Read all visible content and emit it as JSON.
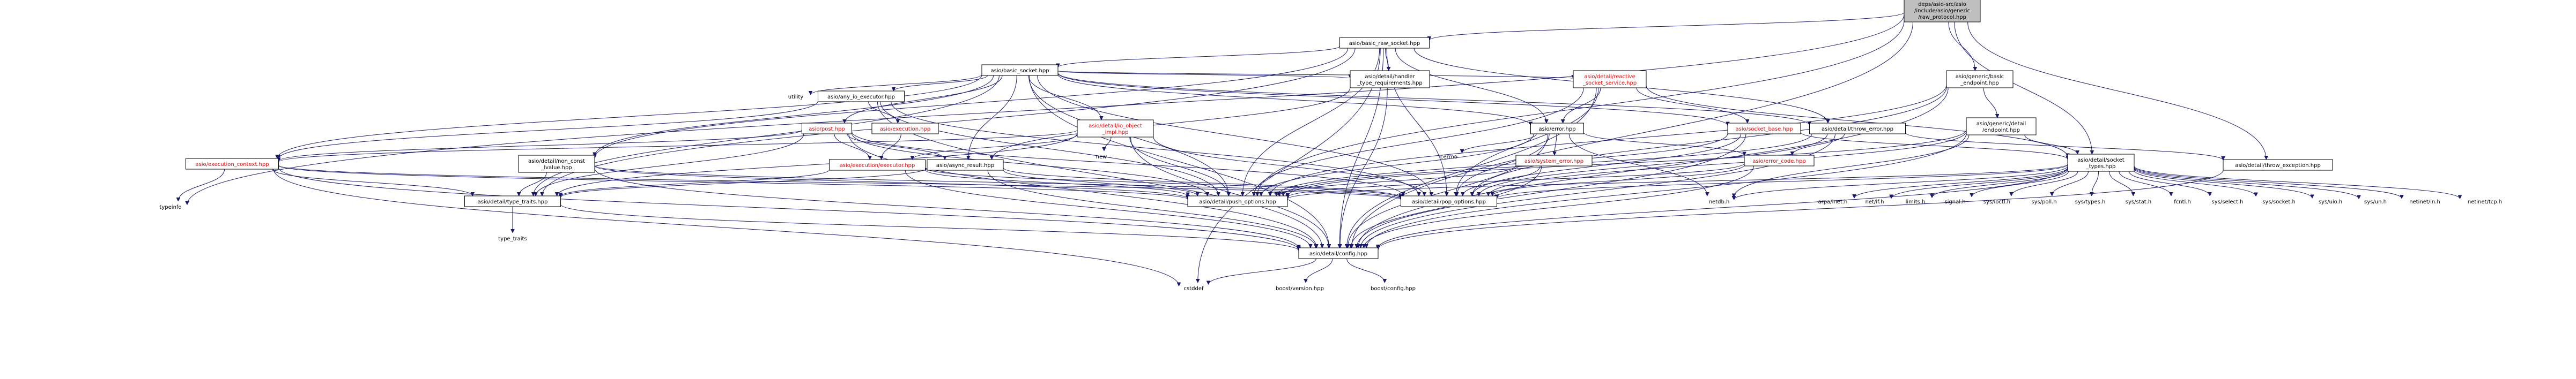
{
  "colors": {
    "edge": "#191970",
    "root_fill": "#bfbfbf",
    "node_fill": "#ffffff",
    "red_label": "#ff0000",
    "black_label": "#000000"
  },
  "nodes": [
    {
      "id": "root",
      "lines": [
        "deps/asio-src/asio",
        "/include/asio/generic",
        "/raw_protocol.hpp"
      ],
      "style": "root"
    },
    {
      "id": "basic_raw_socket",
      "lines": [
        "asio/basic_raw_socket.hpp"
      ],
      "style": "box"
    },
    {
      "id": "basic_socket",
      "lines": [
        "asio/basic_socket.hpp"
      ],
      "style": "box"
    },
    {
      "id": "generic_basic_endpoint",
      "lines": [
        "asio/generic/basic",
        "_endpoint.hpp"
      ],
      "style": "box"
    },
    {
      "id": "reactive_socket_service",
      "lines": [
        "asio/detail/reactive",
        "_socket_service.hpp"
      ],
      "style": "red-box"
    },
    {
      "id": "handler_type_requirements",
      "lines": [
        "asio/detail/handler",
        "_type_requirements.hpp"
      ],
      "style": "box"
    },
    {
      "id": "any_io_executor",
      "lines": [
        "asio/any_io_executor.hpp"
      ],
      "style": "box"
    },
    {
      "id": "utility",
      "lines": [
        "utility"
      ],
      "style": "plain"
    },
    {
      "id": "generic_detail_endpoint",
      "lines": [
        "asio/generic/detail",
        "/endpoint.hpp"
      ],
      "style": "box"
    },
    {
      "id": "io_object_impl",
      "lines": [
        "asio/detail/io_object",
        "_impl.hpp"
      ],
      "style": "red-box"
    },
    {
      "id": "post",
      "lines": [
        "asio/post.hpp"
      ],
      "style": "red-box"
    },
    {
      "id": "execution",
      "lines": [
        "asio/execution.hpp"
      ],
      "style": "red-box"
    },
    {
      "id": "error",
      "lines": [
        "asio/error.hpp"
      ],
      "style": "box"
    },
    {
      "id": "throw_error",
      "lines": [
        "asio/detail/throw_error.hpp"
      ],
      "style": "box"
    },
    {
      "id": "socket_base",
      "lines": [
        "asio/socket_base.hpp"
      ],
      "style": "red-box"
    },
    {
      "id": "cerrno",
      "lines": [
        "cerrno"
      ],
      "style": "plain"
    },
    {
      "id": "new",
      "lines": [
        "new"
      ],
      "style": "plain"
    },
    {
      "id": "execution_context",
      "lines": [
        "asio/execution_context.hpp"
      ],
      "style": "red-box"
    },
    {
      "id": "non_const_lvalue",
      "lines": [
        "asio/detail/non_const",
        "_lvalue.hpp"
      ],
      "style": "box"
    },
    {
      "id": "executor",
      "lines": [
        "asio/execution/executor.hpp"
      ],
      "style": "red-box"
    },
    {
      "id": "async_result",
      "lines": [
        "asio/async_result.hpp"
      ],
      "style": "box"
    },
    {
      "id": "system_error",
      "lines": [
        "asio/system_error.hpp"
      ],
      "style": "red-box"
    },
    {
      "id": "error_code",
      "lines": [
        "asio/error_code.hpp"
      ],
      "style": "red-box"
    },
    {
      "id": "socket_types",
      "lines": [
        "asio/detail/socket",
        "_types.hpp"
      ],
      "style": "box"
    },
    {
      "id": "throw_exception",
      "lines": [
        "asio/detail/throw_exception.hpp"
      ],
      "style": "box"
    },
    {
      "id": "typeinfo",
      "lines": [
        "typeinfo"
      ],
      "style": "plain"
    },
    {
      "id": "type_traits_hpp",
      "lines": [
        "asio/detail/type_traits.hpp"
      ],
      "style": "box"
    },
    {
      "id": "push_options",
      "lines": [
        "asio/detail/push_options.hpp"
      ],
      "style": "box"
    },
    {
      "id": "pop_options",
      "lines": [
        "asio/detail/pop_options.hpp"
      ],
      "style": "box"
    },
    {
      "id": "netdb",
      "lines": [
        "netdb.h"
      ],
      "style": "plain"
    },
    {
      "id": "arpa_inet",
      "lines": [
        "arpa/inet.h"
      ],
      "style": "plain"
    },
    {
      "id": "net_if",
      "lines": [
        "net/if.h"
      ],
      "style": "plain"
    },
    {
      "id": "limits",
      "lines": [
        "limits.h"
      ],
      "style": "plain"
    },
    {
      "id": "signal",
      "lines": [
        "signal.h"
      ],
      "style": "plain"
    },
    {
      "id": "sys_ioctl",
      "lines": [
        "sys/ioctl.h"
      ],
      "style": "plain"
    },
    {
      "id": "sys_poll",
      "lines": [
        "sys/poll.h"
      ],
      "style": "plain"
    },
    {
      "id": "sys_types",
      "lines": [
        "sys/types.h"
      ],
      "style": "plain"
    },
    {
      "id": "sys_stat",
      "lines": [
        "sys/stat.h"
      ],
      "style": "plain"
    },
    {
      "id": "fcntl",
      "lines": [
        "fcntl.h"
      ],
      "style": "plain"
    },
    {
      "id": "sys_select",
      "lines": [
        "sys/select.h"
      ],
      "style": "plain"
    },
    {
      "id": "sys_socket",
      "lines": [
        "sys/socket.h"
      ],
      "style": "plain"
    },
    {
      "id": "sys_uio",
      "lines": [
        "sys/uio.h"
      ],
      "style": "plain"
    },
    {
      "id": "sys_un",
      "lines": [
        "sys/un.h"
      ],
      "style": "plain"
    },
    {
      "id": "netinet_in",
      "lines": [
        "netinet/in.h"
      ],
      "style": "plain"
    },
    {
      "id": "netinet_tcp",
      "lines": [
        "netinet/tcp.h"
      ],
      "style": "plain"
    },
    {
      "id": "type_traits_std",
      "lines": [
        "type_traits"
      ],
      "style": "plain"
    },
    {
      "id": "config",
      "lines": [
        "asio/detail/config.hpp"
      ],
      "style": "box"
    },
    {
      "id": "cstddef",
      "lines": [
        "cstddef"
      ],
      "style": "plain"
    },
    {
      "id": "boost_version",
      "lines": [
        "boost/version.hpp"
      ],
      "style": "plain"
    },
    {
      "id": "boost_config",
      "lines": [
        "boost/config.hpp"
      ],
      "style": "plain"
    }
  ],
  "edges": [
    [
      "root",
      "basic_raw_socket"
    ],
    [
      "root",
      "generic_basic_endpoint"
    ],
    [
      "root",
      "socket_types"
    ],
    [
      "root",
      "throw_exception"
    ],
    [
      "root",
      "typeinfo"
    ],
    [
      "root",
      "config"
    ],
    [
      "root",
      "push_options"
    ],
    [
      "basic_raw_socket",
      "basic_socket"
    ],
    [
      "basic_raw_socket",
      "handler_type_requirements"
    ],
    [
      "basic_raw_socket",
      "error"
    ],
    [
      "basic_raw_socket",
      "throw_error"
    ],
    [
      "basic_raw_socket",
      "non_const_lvalue"
    ],
    [
      "basic_raw_socket",
      "type_traits_hpp"
    ],
    [
      "basic_raw_socket",
      "push_options"
    ],
    [
      "basic_raw_socket",
      "pop_options"
    ],
    [
      "basic_raw_socket",
      "config"
    ],
    [
      "basic_raw_socket",
      "cstddef"
    ],
    [
      "basic_socket",
      "any_io_executor"
    ],
    [
      "basic_socket",
      "utility"
    ],
    [
      "basic_socket",
      "reactive_socket_service"
    ],
    [
      "basic_socket",
      "handler_type_requirements"
    ],
    [
      "basic_socket",
      "io_object_impl"
    ],
    [
      "basic_socket",
      "post"
    ],
    [
      "basic_socket",
      "error"
    ],
    [
      "basic_socket",
      "throw_error"
    ],
    [
      "basic_socket",
      "socket_base"
    ],
    [
      "basic_socket",
      "execution_context"
    ],
    [
      "basic_socket",
      "non_const_lvalue"
    ],
    [
      "basic_socket",
      "async_result"
    ],
    [
      "basic_socket",
      "type_traits_hpp"
    ],
    [
      "basic_socket",
      "push_options"
    ],
    [
      "basic_socket",
      "pop_options"
    ],
    [
      "basic_socket",
      "config"
    ],
    [
      "generic_basic_endpoint",
      "generic_detail_endpoint"
    ],
    [
      "generic_basic_endpoint",
      "config"
    ],
    [
      "generic_basic_endpoint",
      "push_options"
    ],
    [
      "generic_basic_endpoint",
      "pop_options"
    ],
    [
      "generic_detail_endpoint",
      "socket_types"
    ],
    [
      "generic_detail_endpoint",
      "config"
    ],
    [
      "generic_detail_endpoint",
      "push_options"
    ],
    [
      "generic_detail_endpoint",
      "pop_options"
    ],
    [
      "generic_detail_endpoint",
      "netdb"
    ],
    [
      "reactive_socket_service",
      "error"
    ],
    [
      "reactive_socket_service",
      "socket_base"
    ],
    [
      "reactive_socket_service",
      "socket_types"
    ],
    [
      "reactive_socket_service",
      "push_options"
    ],
    [
      "reactive_socket_service",
      "pop_options"
    ],
    [
      "reactive_socket_service",
      "config"
    ],
    [
      "handler_type_requirements",
      "async_result"
    ],
    [
      "handler_type_requirements",
      "config"
    ],
    [
      "any_io_executor",
      "execution"
    ],
    [
      "any_io_executor",
      "execution_context"
    ],
    [
      "any_io_executor",
      "push_options"
    ],
    [
      "any_io_executor",
      "pop_options"
    ],
    [
      "any_io_executor",
      "config"
    ],
    [
      "io_object_impl",
      "new"
    ],
    [
      "io_object_impl",
      "execution_context"
    ],
    [
      "io_object_impl",
      "executor"
    ],
    [
      "io_object_impl",
      "type_traits_hpp"
    ],
    [
      "io_object_impl",
      "push_options"
    ],
    [
      "io_object_impl",
      "pop_options"
    ],
    [
      "io_object_impl",
      "config"
    ],
    [
      "post",
      "async_result"
    ],
    [
      "post",
      "executor"
    ],
    [
      "post",
      "execution_context"
    ],
    [
      "post",
      "type_traits_hpp"
    ],
    [
      "post",
      "push_options"
    ],
    [
      "post",
      "pop_options"
    ],
    [
      "post",
      "config"
    ],
    [
      "execution",
      "executor"
    ],
    [
      "error",
      "error_code"
    ],
    [
      "error",
      "system_error"
    ],
    [
      "error",
      "cerrno"
    ],
    [
      "error",
      "netdb"
    ],
    [
      "error",
      "push_options"
    ],
    [
      "error",
      "pop_options"
    ],
    [
      "error",
      "config"
    ],
    [
      "throw_error",
      "error_code"
    ],
    [
      "throw_error",
      "throw_exception"
    ],
    [
      "throw_error",
      "push_options"
    ],
    [
      "throw_error",
      "pop_options"
    ],
    [
      "throw_error",
      "config"
    ],
    [
      "socket_base",
      "socket_types"
    ],
    [
      "socket_base",
      "push_options"
    ],
    [
      "socket_base",
      "pop_options"
    ],
    [
      "socket_base",
      "config"
    ],
    [
      "execution_context",
      "typeinfo"
    ],
    [
      "execution_context",
      "type_traits_hpp"
    ],
    [
      "execution_context",
      "push_options"
    ],
    [
      "execution_context",
      "pop_options"
    ],
    [
      "execution_context",
      "config"
    ],
    [
      "execution_context",
      "cstddef"
    ],
    [
      "non_const_lvalue",
      "type_traits_hpp"
    ],
    [
      "non_const_lvalue",
      "push_options"
    ],
    [
      "non_const_lvalue",
      "pop_options"
    ],
    [
      "non_const_lvalue",
      "config"
    ],
    [
      "executor",
      "type_traits_hpp"
    ],
    [
      "executor",
      "push_options"
    ],
    [
      "executor",
      "pop_options"
    ],
    [
      "executor",
      "config"
    ],
    [
      "async_result",
      "type_traits_hpp"
    ],
    [
      "async_result",
      "push_options"
    ],
    [
      "async_result",
      "pop_options"
    ],
    [
      "async_result",
      "config"
    ],
    [
      "system_error",
      "push_options"
    ],
    [
      "system_error",
      "pop_options"
    ],
    [
      "system_error",
      "config"
    ],
    [
      "error_code",
      "push_options"
    ],
    [
      "error_code",
      "pop_options"
    ],
    [
      "error_code",
      "config"
    ],
    [
      "socket_types",
      "netdb"
    ],
    [
      "socket_types",
      "arpa_inet"
    ],
    [
      "socket_types",
      "net_if"
    ],
    [
      "socket_types",
      "limits"
    ],
    [
      "socket_types",
      "signal"
    ],
    [
      "socket_types",
      "sys_ioctl"
    ],
    [
      "socket_types",
      "sys_poll"
    ],
    [
      "socket_types",
      "sys_types"
    ],
    [
      "socket_types",
      "sys_stat"
    ],
    [
      "socket_types",
      "fcntl"
    ],
    [
      "socket_types",
      "sys_select"
    ],
    [
      "socket_types",
      "sys_socket"
    ],
    [
      "socket_types",
      "sys_uio"
    ],
    [
      "socket_types",
      "sys_un"
    ],
    [
      "socket_types",
      "netinet_in"
    ],
    [
      "socket_types",
      "netinet_tcp"
    ],
    [
      "socket_types",
      "push_options"
    ],
    [
      "socket_types",
      "pop_options"
    ],
    [
      "socket_types",
      "config"
    ],
    [
      "throw_exception",
      "config"
    ],
    [
      "type_traits_hpp",
      "type_traits_std"
    ],
    [
      "type_traits_hpp",
      "config"
    ],
    [
      "config",
      "cstddef"
    ],
    [
      "config",
      "boost_version"
    ],
    [
      "config",
      "boost_config"
    ]
  ]
}
